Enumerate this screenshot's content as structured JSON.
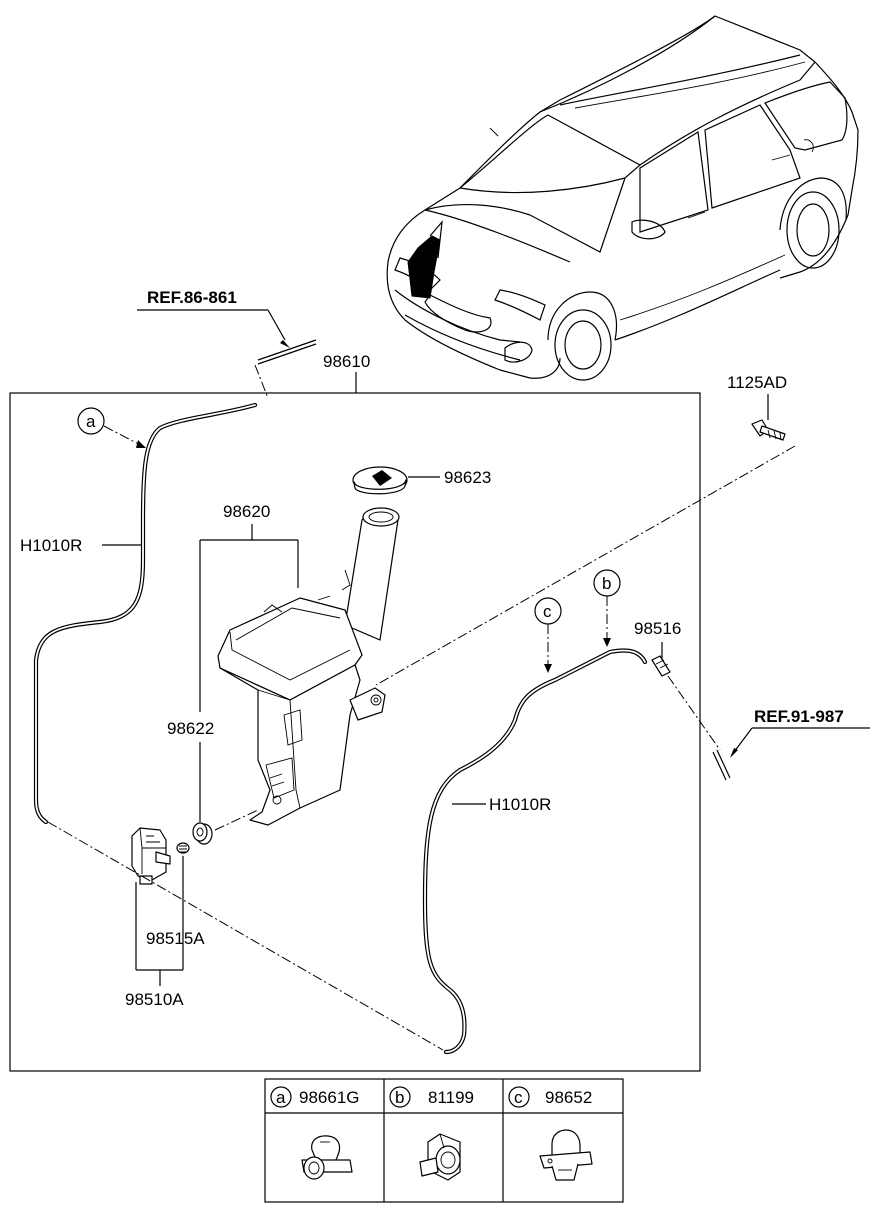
{
  "labels": {
    "ref_top": "REF.86-861",
    "assembly": "98610",
    "bolt": "1125AD",
    "cap": "98623",
    "reservoir": "98620",
    "hose_left": "H1010R",
    "hose_right": "H1010R",
    "grommet": "98622",
    "nozzle_hose": "98516",
    "ref_right": "REF.91-987",
    "filter": "98515A",
    "pump": "98510A"
  },
  "callouts": {
    "a": "a",
    "b": "b",
    "c": "c"
  },
  "legend": [
    {
      "letter": "a",
      "part_no": "98661G"
    },
    {
      "letter": "b",
      "part_no": "81199"
    },
    {
      "letter": "c",
      "part_no": "98652"
    }
  ]
}
